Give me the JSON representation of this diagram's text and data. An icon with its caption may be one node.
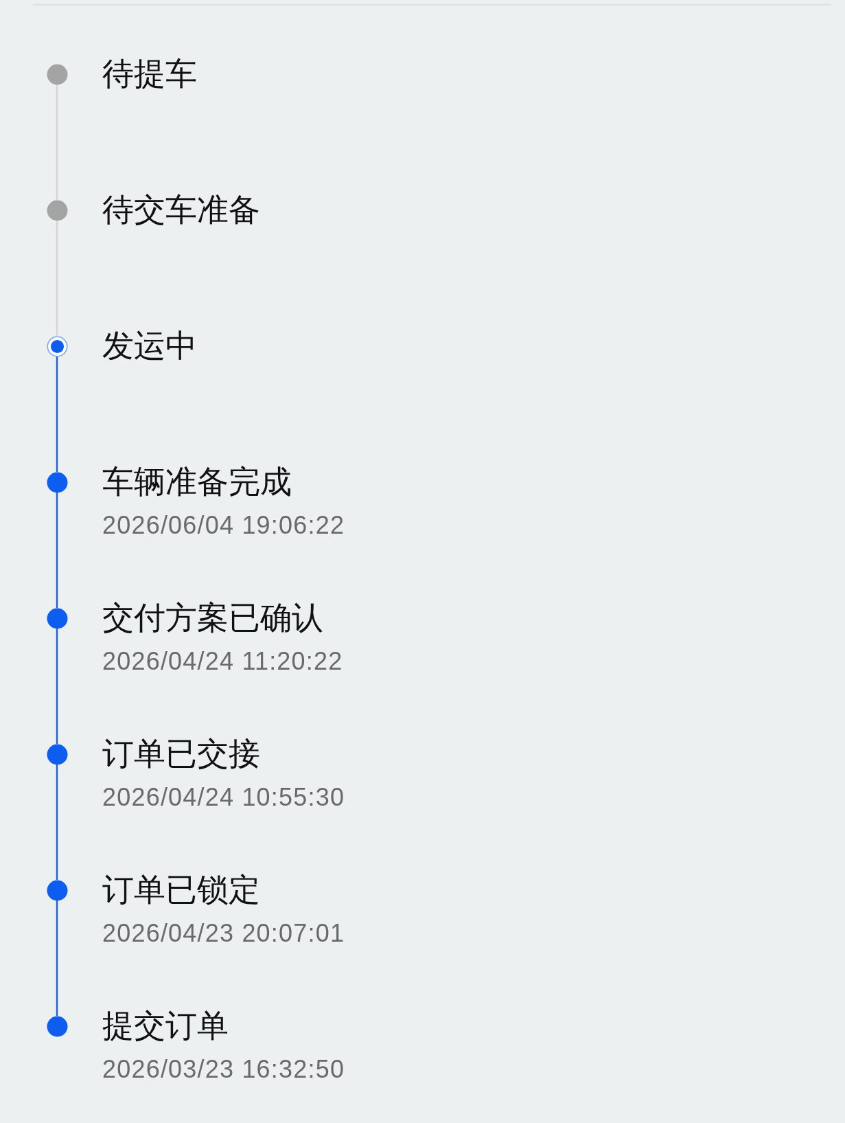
{
  "diagram": {
    "nodes": [
      {
        "text": [],
        "shape": "circle",
        "beside": [
          "待提车"
        ]
      },
      {
        "text": [],
        "shape": "circle",
        "beside": [
          "待交车准备"
        ]
      },
      {
        "text": [],
        "shape": "circle",
        "beside": [
          "发运中"
        ]
      },
      {
        "text": [],
        "shape": "circle",
        "beside": [
          "车辆准备完成",
          "2026/06/04 19:06:22"
        ]
      },
      {
        "text": [],
        "shape": "circle",
        "beside": [
          "交付方案已确认",
          "2026/04/24 11:20:22"
        ]
      },
      {
        "text": [],
        "shape": "circle",
        "beside": [
          "订单已交接",
          "2026/04/24 10:55:30"
        ]
      },
      {
        "text": [],
        "shape": "circle",
        "beside": [
          "订单已锁定",
          "2026/04/23 20:07:01"
        ]
      },
      {
        "text": [],
        "shape": "circle",
        "beside": [
          "提交订单",
          "2026/03/23 16:32:50"
        ]
      }
    ],
    "edges": [
      {
        "from": 0,
        "to": 1,
        "arrow": "none",
        "color": "#d4d4d4"
      },
      {
        "from": 1,
        "to": 2,
        "arrow": "none",
        "color": "#d4d4d4"
      },
      {
        "from": 2,
        "to": 3,
        "arrow": "none"
      },
      {
        "from": 3,
        "to": 4,
        "arrow": "none"
      },
      {
        "from": 4,
        "to": 5,
        "arrow": "none"
      },
      {
        "from": 5,
        "to": 6,
        "arrow": "none"
      },
      {
        "from": 6,
        "to": 7,
        "arrow": "none"
      }
    ]
  }
}
